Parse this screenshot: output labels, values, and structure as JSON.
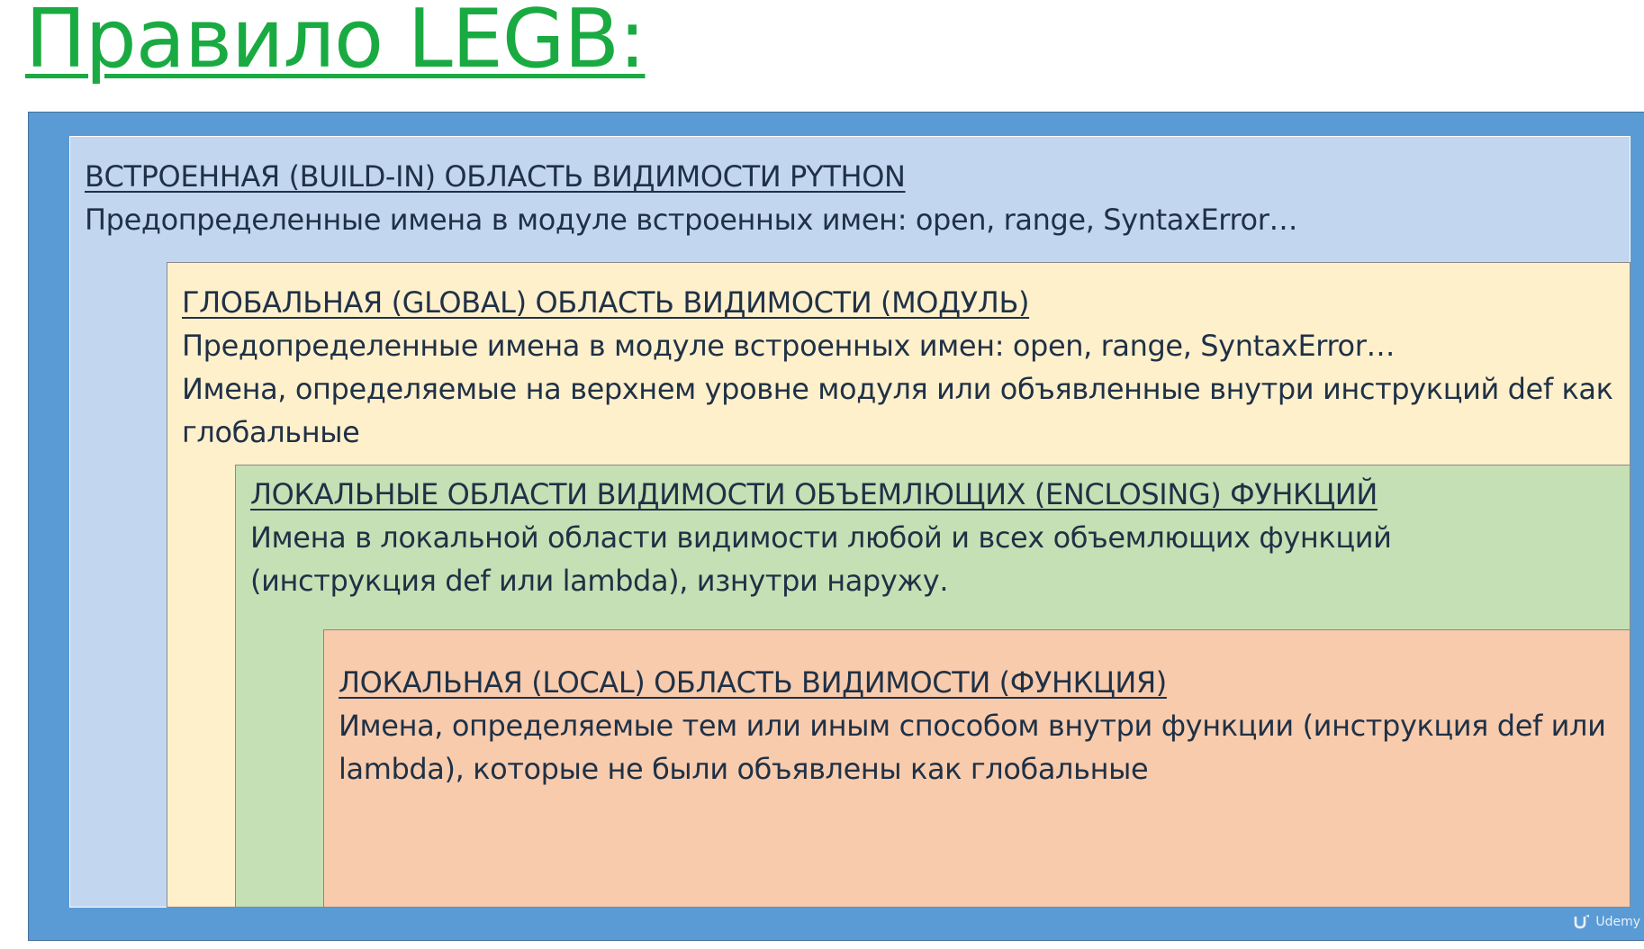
{
  "title": "Правило LEGB:",
  "scopes": {
    "builtin": {
      "heading": "ВСТРОЕННАЯ (BUILD-IN) ОБЛАСТЬ ВИДИМОСТИ PYTHON",
      "lines": [
        "Предопределенные имена в модуле встроенных имен: open, range, SyntaxError…"
      ]
    },
    "global": {
      "heading": "ГЛОБАЛЬНАЯ (GLOBAL) ОБЛАСТЬ ВИДИМОСТИ (МОДУЛЬ)",
      "lines": [
        "Предопределенные имена в модуле встроенных имен: open, range, SyntaxError…",
        "Имена, определяемые на верхнем уровне модуля или объявленные внутри инструкций def как глобальные"
      ]
    },
    "enclosing": {
      "heading": "ЛОКАЛЬНЫЕ ОБЛАСТИ ВИДИМОСТИ ОБЪЕМЛЮЩИХ (ENCLOSING) ФУНКЦИЙ",
      "lines": [
        "Имена в локальной области видимости любой и всех объемлющих функций (инструкция def или lambda), изнутри наружу."
      ]
    },
    "local": {
      "heading": "ЛОКАЛЬНАЯ (LOCAL) ОБЛАСТЬ ВИДИМОСТИ (ФУНКЦИЯ)",
      "lines": [
        "Имена, определяемые тем или иным способом внутри функции (инструкция def или lambda), которые не были объявлены как глобальные"
      ]
    }
  },
  "watermark": {
    "icon": "udemy-logo-icon",
    "label": "Udemy"
  },
  "colors": {
    "title": "#1aaa42",
    "outer": "#5b9bd5",
    "builtin": "#c2d7ef",
    "global": "#fff0cc",
    "enclosing": "#c5e0b4",
    "local": "#f8cbad",
    "text": "#1f3146"
  }
}
